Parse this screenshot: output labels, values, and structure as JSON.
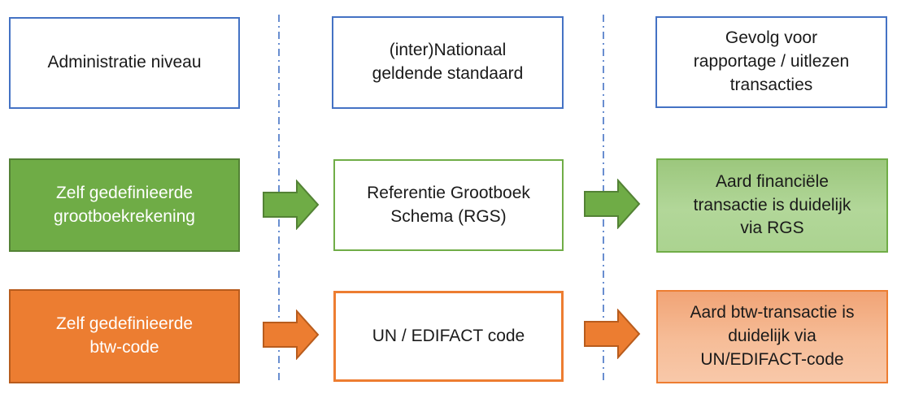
{
  "diagram": {
    "columns": [
      {
        "header": "Administratie niveau"
      },
      {
        "header": "(inter)Nationaal\ngeldende standaard"
      },
      {
        "header": "Gevolg voor\nrapportage / uitlezen\ntransacties"
      }
    ],
    "rows": [
      {
        "id": "grootboekrekening",
        "accent": "#70AD47",
        "source": "Zelf gedefinieerde\ngrootboekrekening",
        "standard": "Referentie Grootboek\nSchema (RGS)",
        "result": "Aard financiële\ntransactie is duidelijk\nvia RGS"
      },
      {
        "id": "btw-code",
        "accent": "#ED7D31",
        "source": "Zelf gedefinieerde\nbtw-code",
        "standard": "UN / EDIFACT code",
        "result": "Aard btw-transactie is\nduidelijk via\nUN/EDIFACT-code"
      }
    ],
    "icons": {
      "arrow_right": "right-arrow",
      "divider_style": "dash-dot-line"
    },
    "colors": {
      "header_border": "#4472C4",
      "divider_line": "#4472C4",
      "green_fill": "#6FAC46",
      "green_border_dark": "#538235",
      "green_light_fill_top": "#9CC77D",
      "green_light_fill_bottom": "#ABD390",
      "orange_fill": "#EC7D31",
      "orange_border_dark": "#B85C1D",
      "orange_light_fill_top": "#F1A476",
      "orange_light_fill_bottom": "#F8C8A9",
      "text_dark": "#1a1a1a",
      "text_light": "#ffffff"
    }
  }
}
